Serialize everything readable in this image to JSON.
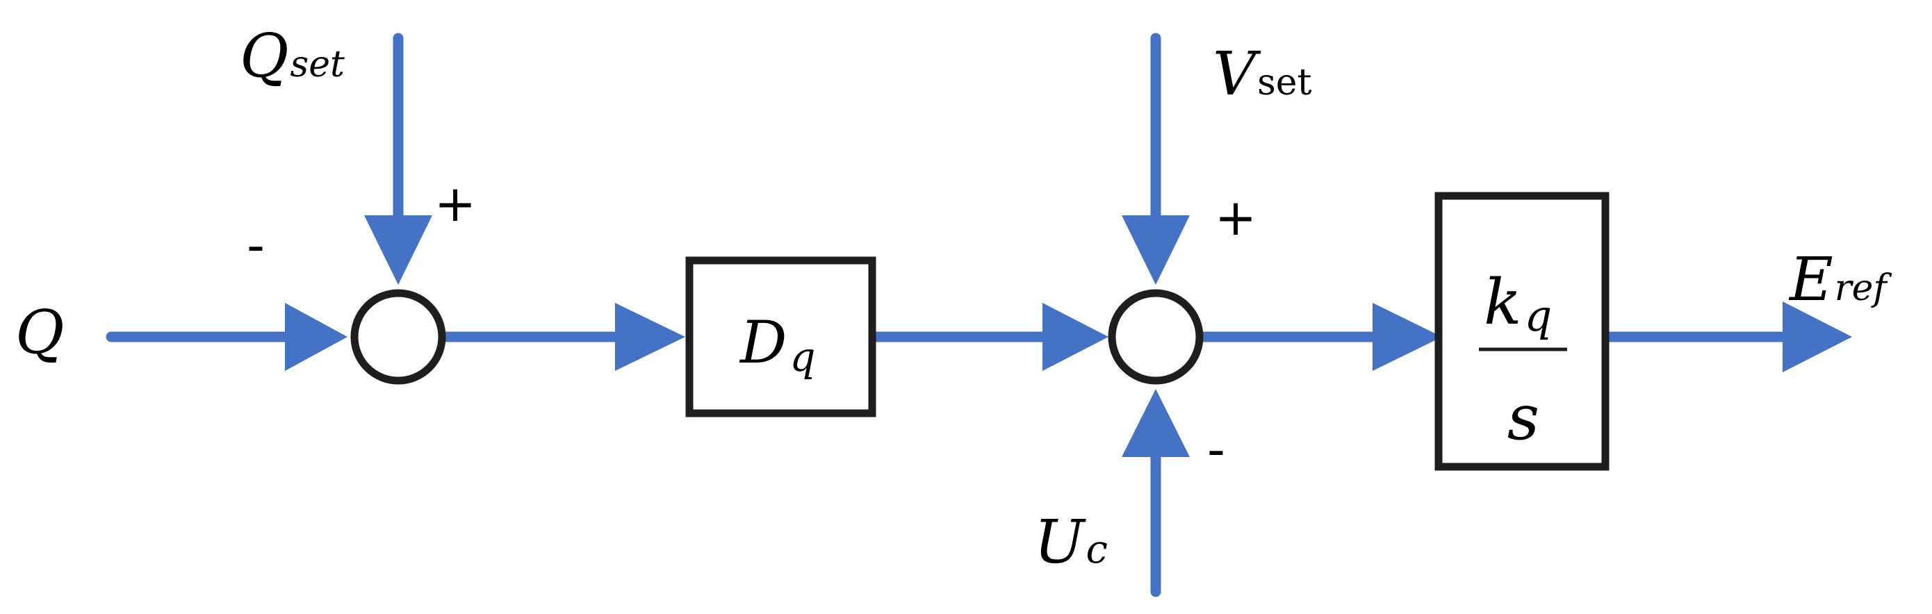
{
  "colors": {
    "signal": "#4472c4",
    "block": "#1e1e1e",
    "text": "#000000"
  },
  "inputs": {
    "q": "Q",
    "q_set_main": "Q",
    "q_set_sub": "set",
    "v_set_main": "V",
    "v_set_sub": "set",
    "u_c_main": "U",
    "u_c_sub": "c"
  },
  "signs": {
    "sum1_top": "+",
    "sum1_left": "-",
    "sum2_top": "+",
    "sum2_bottom": "-"
  },
  "blocks": {
    "droop_main": "D",
    "droop_sub": "q",
    "integrator_num_main": "k",
    "integrator_num_sub": "q",
    "integrator_den": "s"
  },
  "outputs": {
    "e_ref_main": "E",
    "e_ref_sub": "ref"
  }
}
